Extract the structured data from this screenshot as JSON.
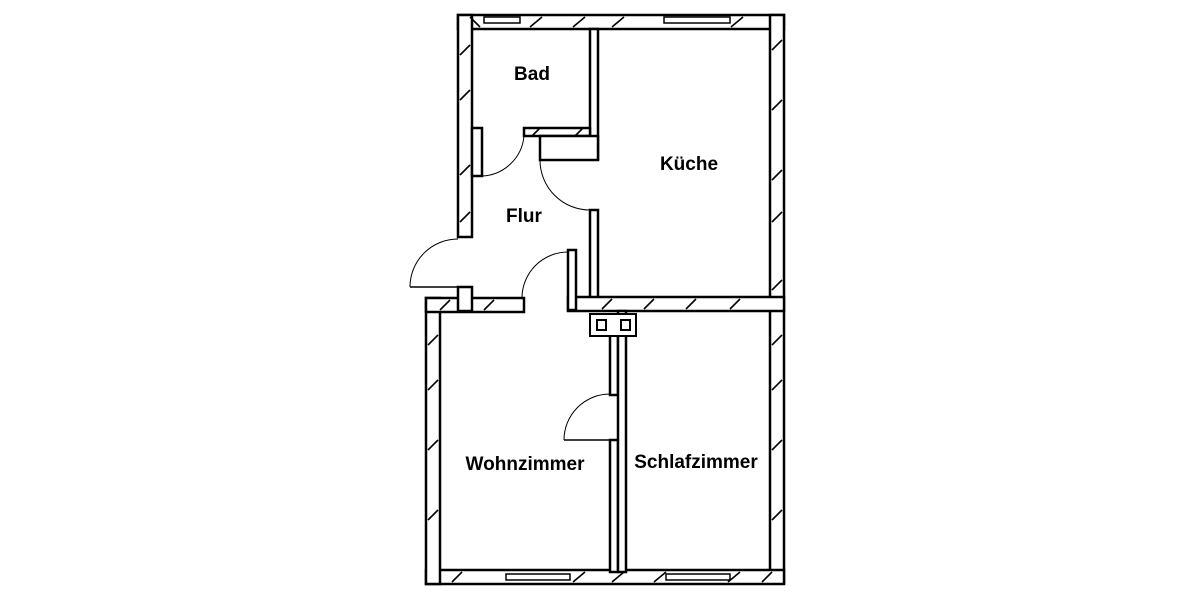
{
  "floorplan": {
    "rooms": [
      {
        "id": "bad",
        "label": "Bad"
      },
      {
        "id": "kueche",
        "label": "Küche"
      },
      {
        "id": "flur",
        "label": "Flur"
      },
      {
        "id": "wohnzimmer",
        "label": "Wohnzimmer"
      },
      {
        "id": "schlafzimmer",
        "label": "Schlafzimmer"
      }
    ],
    "colors": {
      "line": "#000000",
      "background": "#ffffff"
    }
  }
}
